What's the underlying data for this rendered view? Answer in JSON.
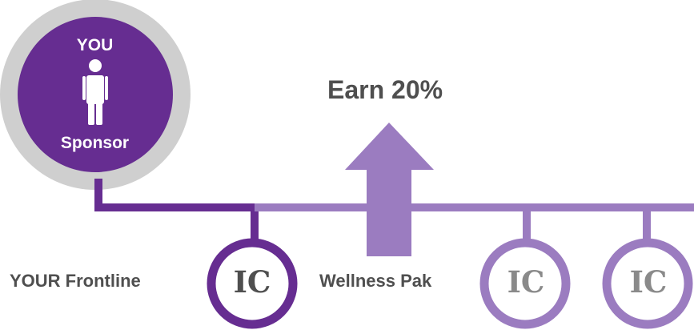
{
  "sponsor": {
    "top_label": "YOU",
    "bottom_label": "Sponsor",
    "icon": "person-icon"
  },
  "earn_label": "Earn 20%",
  "frontline_label": "YOUR Frontline",
  "wellness_label": "Wellness Pak",
  "nodes": [
    {
      "label": "IC"
    },
    {
      "label": "IC"
    },
    {
      "label": "IC"
    }
  ],
  "colors": {
    "dark_purple": "#662d91",
    "light_purple": "#9b7cc0",
    "gray_ring": "#cfcfcf",
    "text_gray": "#4f4f4f"
  }
}
